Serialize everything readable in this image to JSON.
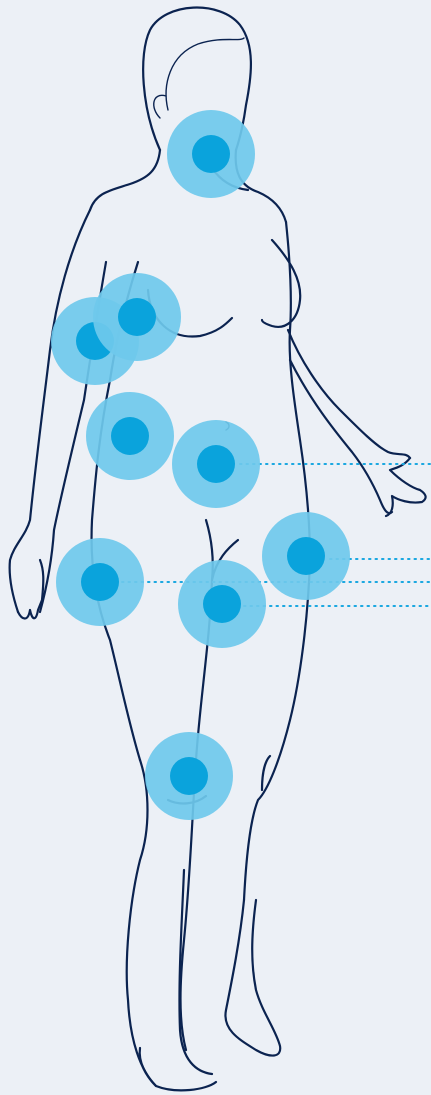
{
  "colors": {
    "background": "#ecf0f6",
    "outline": "#0b2350",
    "halo": "#6fc9ec",
    "core": "#0aa3dc",
    "leader": "#1aa7e0"
  },
  "markers": [
    {
      "id": "neck",
      "leader": false
    },
    {
      "id": "armpit-left-outer",
      "leader": false
    },
    {
      "id": "armpit-left-inner",
      "leader": false
    },
    {
      "id": "elbow-left",
      "leader": false
    },
    {
      "id": "abdomen",
      "leader": true
    },
    {
      "id": "wrist-left",
      "leader": true
    },
    {
      "id": "groin-left",
      "leader": true
    },
    {
      "id": "hip-right",
      "leader": true
    },
    {
      "id": "knee-left",
      "leader": false
    }
  ]
}
